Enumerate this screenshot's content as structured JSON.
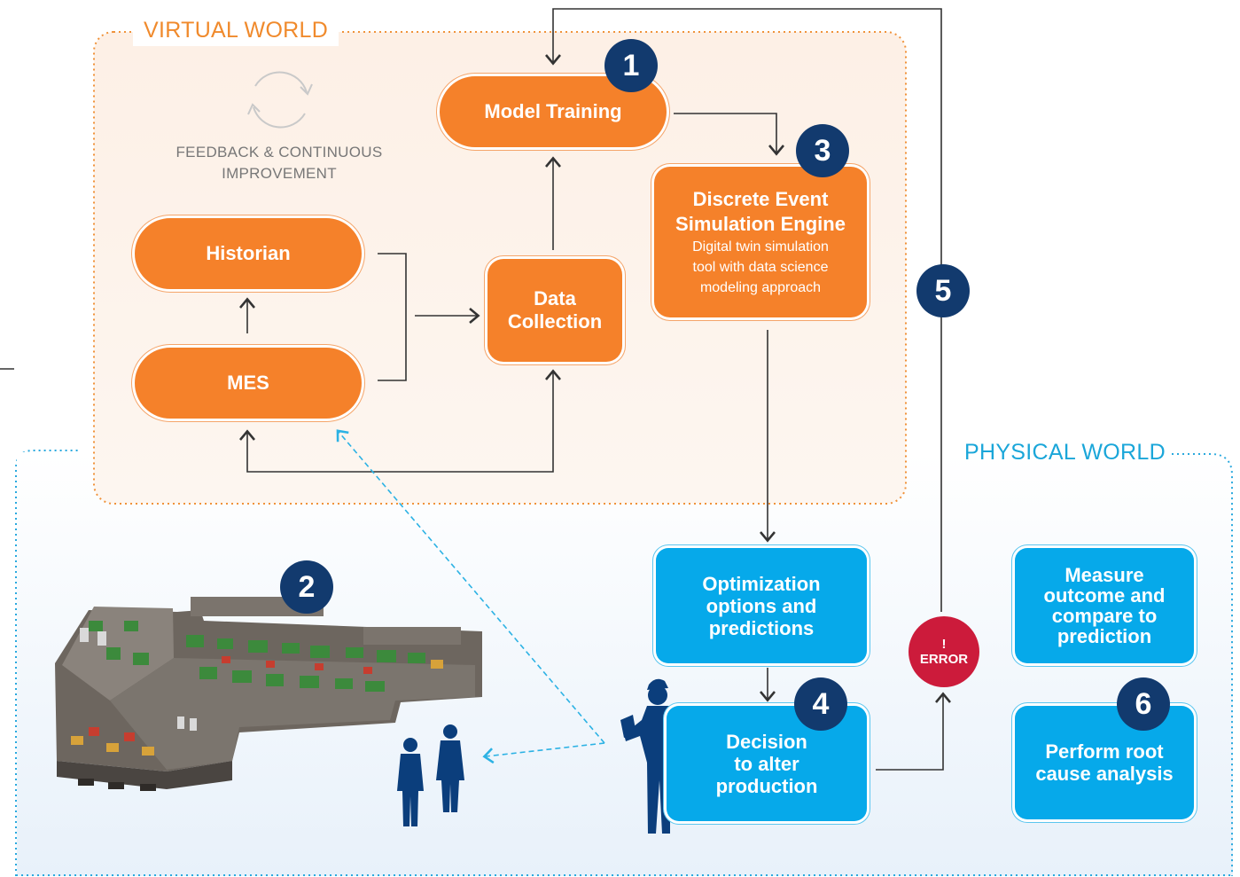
{
  "labels": {
    "virtual_world": "VIRTUAL WORLD",
    "physical_world": "PHYSICAL WORLD",
    "feedback_line1": "FEEDBACK & CONTINUOUS",
    "feedback_line2": "IMPROVEMENT"
  },
  "nodes": {
    "model_training": "Model Training",
    "historian": "Historian",
    "mes": "MES",
    "data_collection_line1": "Data",
    "data_collection_line2": "Collection",
    "des_title_line1": "Discrete Event",
    "des_title_line2": "Simulation Engine",
    "des_desc_line1": "Digital twin simulation",
    "des_desc_line2": "tool with data science",
    "des_desc_line3": "modeling approach",
    "optimization_line1": "Optimization",
    "optimization_line2": "options and",
    "optimization_line3": "predictions",
    "decision_line1": "Decision",
    "decision_line2": "to alter",
    "decision_line3": "production",
    "measure_line1": "Measure",
    "measure_line2": "outcome and",
    "measure_line3": "compare to",
    "measure_line4": "prediction",
    "rca_line1": "Perform root",
    "rca_line2": "cause analysis",
    "error_mark": "!",
    "error_label": "ERROR"
  },
  "badges": {
    "b1": "1",
    "b2": "2",
    "b3": "3",
    "b4": "4",
    "b5": "5",
    "b6": "6"
  },
  "colors": {
    "orange": "#f5812a",
    "blue": "#06a9ea",
    "navy": "#123a6e",
    "error_red": "#cc1b3b"
  }
}
